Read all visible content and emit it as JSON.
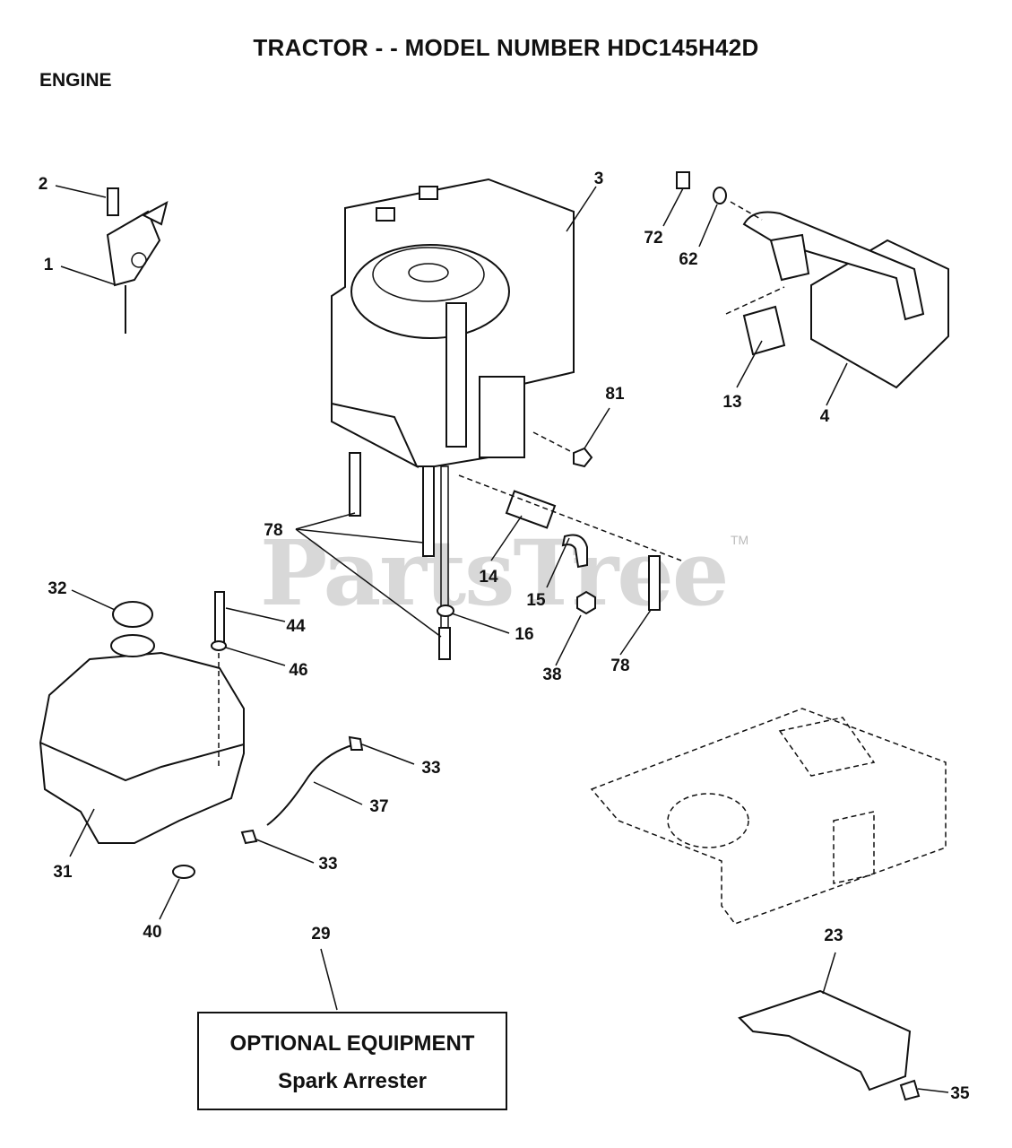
{
  "header": {
    "title": "TRACTOR - - MODEL NUMBER HDC145H42D",
    "section": "ENGINE"
  },
  "watermark": {
    "text": "PartsTree",
    "tm": "TM"
  },
  "callouts": [
    {
      "id": "c2",
      "label": "2"
    },
    {
      "id": "c1",
      "label": "1"
    },
    {
      "id": "c3",
      "label": "3"
    },
    {
      "id": "c72",
      "label": "72"
    },
    {
      "id": "c62",
      "label": "62"
    },
    {
      "id": "c13",
      "label": "13"
    },
    {
      "id": "c4",
      "label": "4"
    },
    {
      "id": "c81",
      "label": "81"
    },
    {
      "id": "c78a",
      "label": "78"
    },
    {
      "id": "c14",
      "label": "14"
    },
    {
      "id": "c15",
      "label": "15"
    },
    {
      "id": "c16",
      "label": "16"
    },
    {
      "id": "c38",
      "label": "38"
    },
    {
      "id": "c78b",
      "label": "78"
    },
    {
      "id": "c32",
      "label": "32"
    },
    {
      "id": "c44",
      "label": "44"
    },
    {
      "id": "c46",
      "label": "46"
    },
    {
      "id": "c33a",
      "label": "33"
    },
    {
      "id": "c37",
      "label": "37"
    },
    {
      "id": "c33b",
      "label": "33"
    },
    {
      "id": "c31",
      "label": "31"
    },
    {
      "id": "c40",
      "label": "40"
    },
    {
      "id": "c29",
      "label": "29"
    },
    {
      "id": "c23",
      "label": "23"
    },
    {
      "id": "c35",
      "label": "35"
    }
  ],
  "optional": {
    "heading": "OPTIONAL EQUIPMENT",
    "item": "Spark Arrester"
  }
}
